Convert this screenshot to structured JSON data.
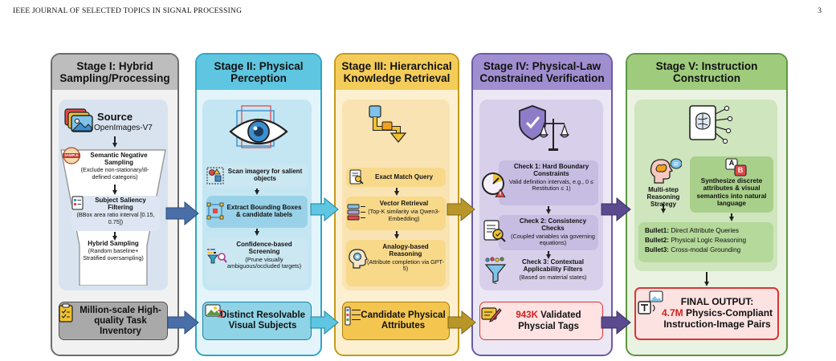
{
  "header": {
    "journal": "IEEE JOURNAL OF SELECTED TOPICS IN SIGNAL PROCESSING",
    "page": "3"
  },
  "colors": {
    "stage1": "#6c6c6c",
    "stage2": "#2fa6c6",
    "stage3": "#c49a1c",
    "stage4": "#6b5aa6",
    "stage5": "#5e9640",
    "output_border": "#d93636",
    "highlight_red": "#d21f1f"
  },
  "stage1": {
    "title": "Stage I: Hybrid Sampling/Processing",
    "source_title": "Source",
    "source_name": "OpenImages-V7",
    "stamp_label": "SAMPLE",
    "step1_title": "Semantic Negative Sampling",
    "step1_detail": "(Exclude non-stationary/ill-defined categoris)",
    "step2_title": "Subject Saliency Filtering",
    "step2_detail": "(BBox area ratio interval [0.15, 0.75])",
    "step3_title": "Hybrid Sampling",
    "step3_detail": "(Random baseline+ Stratified oversampling)",
    "output": "Million-scale High-quality Task Inventory"
  },
  "stage2": {
    "title": "Stage II: Physical Perception",
    "step1": "Scan imagery for salient objects",
    "step2": "Extract Bounding Boxes & candidate labels",
    "step3_title": "Confidence-based Screening",
    "step3_detail": "(Prune visually ambiguous/occluded targets)",
    "output": "Distinct Resolvable Visual Subjects"
  },
  "stage3": {
    "title": "Stage III: Hierarchical Knowledge Retrieval",
    "step1": "Exact Match Query",
    "step2_title": "Vector Retrieval",
    "step2_detail": "(Top-K similarity via Qwen3-Embedding)",
    "step3_title": "Analogy-based Reasoning",
    "step3_detail": "(Attribute completion via GPT-5)",
    "output": "Candidate Physical Attributes"
  },
  "stage4": {
    "title": "Stage IV: Physical-Law Constrained Verification",
    "check1_title": "Check 1: Hard Boundary Constraints",
    "check1_detail": "Valid definition intervals, e.g., 0 ≤ Restitution ≤ 1)",
    "check2_title": "Check 2: Consistency Checks",
    "check2_detail": "(Coupled variables via governing equations)",
    "check3_title": "Check 3: Contextual Applicability Filters",
    "check3_detail": "(Based on material states)",
    "output_count": "943K",
    "output_text": "Validated Physcial Tags"
  },
  "stage5": {
    "title": "Stage V: Instruction Construction",
    "left_label": "Multi-step Reasoning Strategy",
    "right_label": "Synthesize discrete attributes & visual semantics into natural language",
    "glyph_a": "A",
    "glyph_b": "B",
    "bullet1_key": "Bullet1:",
    "bullet1_text": "Direct Attribute Queries",
    "bullet2_key": "Bullet2:",
    "bullet2_text": "Physical Logic Reasoning",
    "bullet3_key": "Bullet3:",
    "bullet3_text": "Cross-modal Grounding",
    "final_label": "FINAL OUTPUT:",
    "final_count": "4.7M",
    "final_text": "Physics-Compliant Instruction-Image Pairs"
  }
}
